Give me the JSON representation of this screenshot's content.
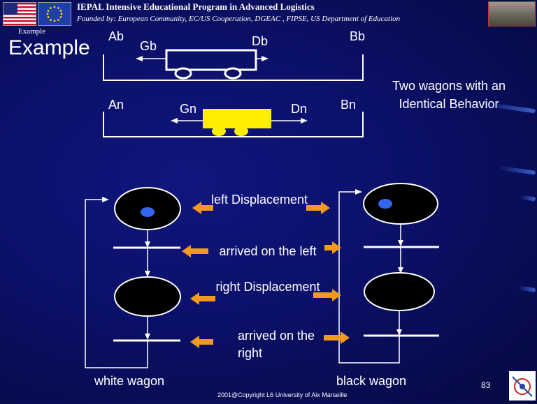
{
  "header": {
    "title": "IEPAL Intensive Educational Program in Advanced Logistics",
    "subtitle": "Founded by: European Community, EC/US Cooperation, DGEAC , FIPSE, US Department of Education"
  },
  "slide": {
    "breadcrumb": "Example",
    "heading": "Example",
    "caption": "Two wagons with an Identical Behavior",
    "page_number": "83",
    "copyright": "2001@Copyright  L6 University of Aix Marseille"
  },
  "track_top": {
    "left_label": "Ab",
    "right_label": "Bb",
    "left_arrow_label": "Gb",
    "right_arrow_label": "Db",
    "wagon_color": "#ffffff"
  },
  "track_bottom": {
    "left_label": "An",
    "right_label": "Bn",
    "left_arrow_label": "Gn",
    "right_arrow_label": "Dn",
    "wagon_color": "#ffee00"
  },
  "petri": {
    "messages": {
      "left_displacement": "left Displacement",
      "arrived_left": "arrived on the left",
      "right_displacement": "right Displacement",
      "arrived_right": "arrived on the right"
    },
    "left_net_label": "white wagon",
    "right_net_label": "black wagon",
    "token_color": "#3366ee",
    "message_arrow_color": "#f39a1e"
  }
}
